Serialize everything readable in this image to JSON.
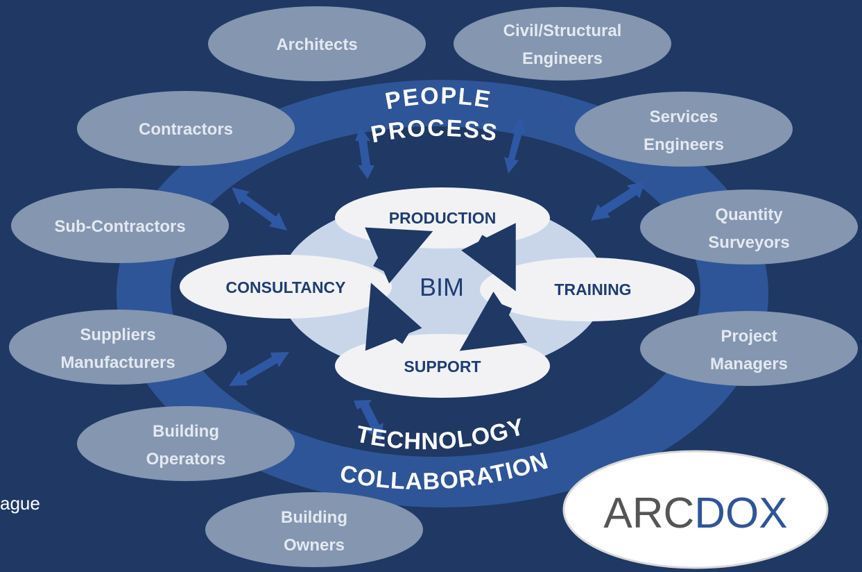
{
  "stakeholders": [
    {
      "id": "architects",
      "lines": [
        "Architects"
      ]
    },
    {
      "id": "civil-structural-engineers",
      "lines": [
        "Civil/Structural",
        "Engineers"
      ]
    },
    {
      "id": "contractors",
      "lines": [
        "Contractors"
      ]
    },
    {
      "id": "services-engineers",
      "lines": [
        "Services",
        "Engineers"
      ]
    },
    {
      "id": "sub-contractors",
      "lines": [
        "Sub-Contractors"
      ]
    },
    {
      "id": "quantity-surveyors",
      "lines": [
        "Quantity",
        "Surveyors"
      ]
    },
    {
      "id": "suppliers-manufacturers",
      "lines": [
        "Suppliers",
        "Manufacturers"
      ]
    },
    {
      "id": "project-managers",
      "lines": [
        "Project",
        "Managers"
      ]
    },
    {
      "id": "building-operators",
      "lines": [
        "Building",
        "Operators"
      ]
    },
    {
      "id": "building-owners",
      "lines": [
        "Building",
        "Owners"
      ]
    }
  ],
  "ring_text": {
    "top_line1": "PEOPLE",
    "top_line2": "PROCESS",
    "bottom_line1": "TECHNOLOGY",
    "bottom_line2": "COLLABORATION"
  },
  "core": {
    "center": "BIM",
    "production": "PRODUCTION",
    "training": "TRAINING",
    "support": "SUPPORT",
    "consultancy": "CONSULTANCY"
  },
  "logo": {
    "text_dark": "ARC",
    "text_blue": "DOX"
  },
  "left_partial_text": "ague",
  "colors": {
    "background": "#1f3864",
    "ring": "#2e5597",
    "stakeholder_fill": "#8496b0",
    "stakeholder_text": "#e4e9f1",
    "core_label_text": "#1f3d73",
    "core_cloud": "#c9d6ea"
  }
}
